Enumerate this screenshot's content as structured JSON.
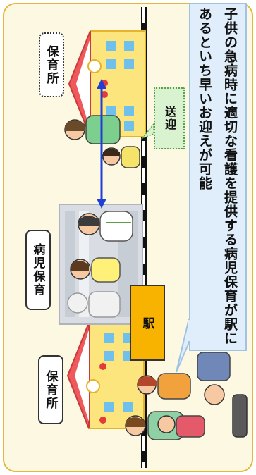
{
  "labels": {
    "nursery_right": "保育所",
    "nursery_left": "保育所",
    "sick_child_care": "病児保育",
    "station": "駅",
    "pickup": "送迎"
  },
  "caption": "子供の急病時に適切な看護を提供する病児保育が駅にあるといち早いお迎えが可能",
  "colors": {
    "background": "#fdf8e2",
    "border": "#e2b93b",
    "station": "#f8b300",
    "caption_bubble": "#dfeefa",
    "pickup_callout": "#d9f2cf",
    "arrow": "#1f3fd6"
  }
}
